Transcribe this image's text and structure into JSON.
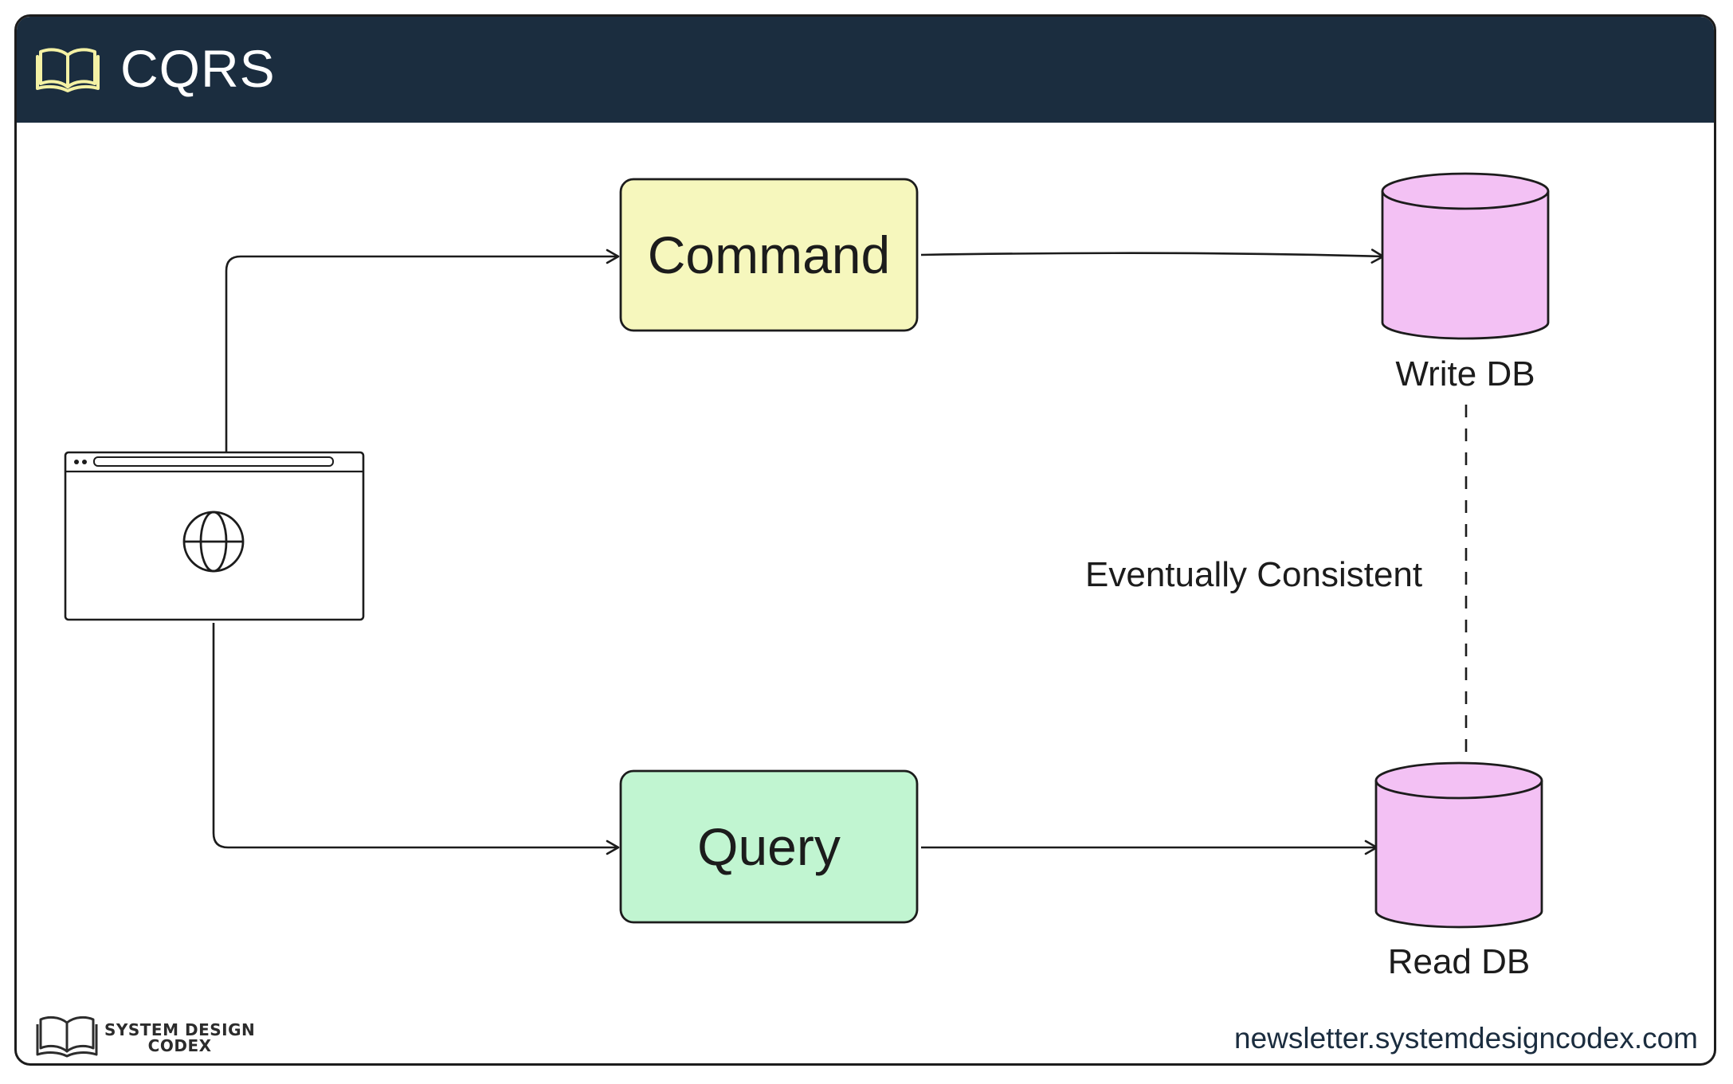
{
  "header": {
    "title": "CQRS",
    "icon": "open-book-icon",
    "background_color": "#1b2d3f",
    "icon_color": "#f4f1a4"
  },
  "client": {
    "icon": "globe-icon",
    "window": "browser-window"
  },
  "nodes": {
    "command": {
      "label": "Command",
      "fill": "#f6f7bd"
    },
    "query": {
      "label": "Query",
      "fill": "#c1f5d1"
    },
    "write_db": {
      "label": "Write DB",
      "fill": "#f3c1f4"
    },
    "read_db": {
      "label": "Read DB",
      "fill": "#f3c1f4"
    }
  },
  "relationship": {
    "label": "Eventually Consistent",
    "style": "dashed"
  },
  "footer": {
    "logo_line1": "SYSTEM DESIGN",
    "logo_line2": "CODEX",
    "url": "newsletter.systemdesigncodex.com"
  }
}
